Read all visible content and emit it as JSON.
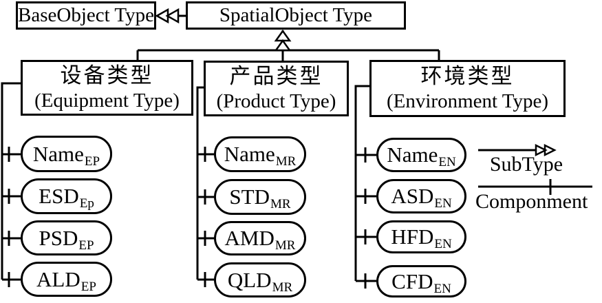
{
  "colors": {
    "background": "#ffffff",
    "line": "#000000",
    "text": "#000000"
  },
  "header": {
    "base_node": "BaseObject Type",
    "spatial_node": "SpatialObject Type"
  },
  "groups": [
    {
      "title_zh": "设备类型",
      "title_en": "(Equipment Type)",
      "attributes": [
        {
          "name": "Name",
          "sub": "EP"
        },
        {
          "name": "ESD",
          "sub": "Ep"
        },
        {
          "name": "PSD",
          "sub": "EP"
        },
        {
          "name": "ALD",
          "sub": "EP"
        }
      ]
    },
    {
      "title_zh": "产品类型",
      "title_en": "(Product Type)",
      "attributes": [
        {
          "name": "Name",
          "sub": "MR"
        },
        {
          "name": "STD",
          "sub": "MR"
        },
        {
          "name": "AMD",
          "sub": "MR"
        },
        {
          "name": "QLD",
          "sub": "MR"
        }
      ]
    },
    {
      "title_zh": "环境类型",
      "title_en": "(Environment Type)",
      "attributes": [
        {
          "name": "Name",
          "sub": "EN"
        },
        {
          "name": "ASD",
          "sub": "EN"
        },
        {
          "name": "HFD",
          "sub": "EN"
        },
        {
          "name": "CFD",
          "sub": "EN"
        }
      ]
    }
  ],
  "legend": {
    "subtype_label": "SubType",
    "component_label": "Componment"
  }
}
